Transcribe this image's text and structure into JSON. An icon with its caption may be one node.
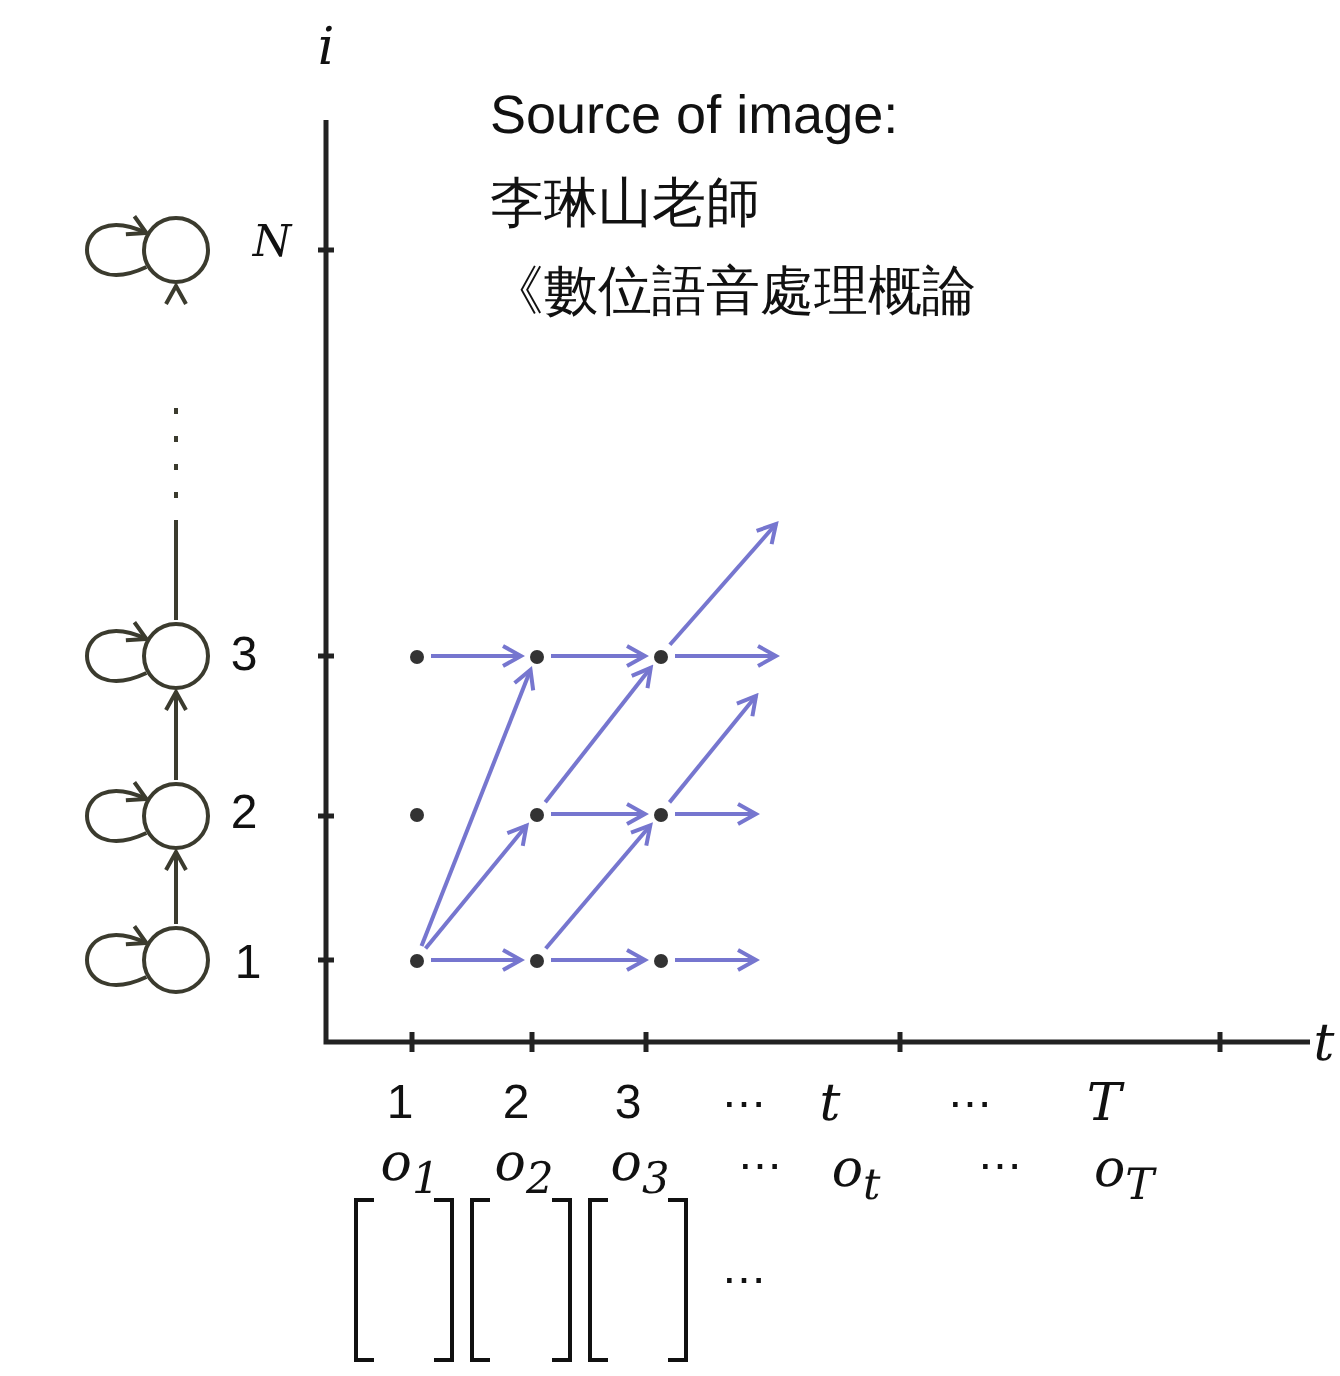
{
  "diagram": {
    "nodes": [
      {
        "text": [],
        "shape": "circle"
      },
      {
        "text": [],
        "shape": "circle"
      },
      {
        "text": [],
        "shape": "circle"
      },
      {
        "text": [],
        "shape": "circle"
      },
      {
        "text": [],
        "shape": "circle"
      },
      {
        "text": [],
        "shape": "circle"
      },
      {
        "text": [],
        "shape": "circle"
      },
      {
        "text": [],
        "shape": "circle"
      },
      {
        "text": [],
        "shape": "circle"
      },
      {
        "text": [],
        "shape": "circle"
      },
      {
        "text": [],
        "shape": "circle"
      },
      {
        "text": [],
        "shape": "circle"
      },
      {
        "text": [],
        "shape": "circle"
      }
    ],
    "edges": [
      {
        "from": 0,
        "to": 0,
        "arrow": "to",
        "color": "#3b3b2e"
      },
      {
        "from": 1,
        "to": 1,
        "arrow": "to",
        "color": "#3b3b2e"
      },
      {
        "from": 2,
        "to": 2,
        "arrow": "to",
        "color": "#3b3b2e"
      },
      {
        "from": 3,
        "to": 3,
        "arrow": "to",
        "color": "#3b3b2e"
      },
      {
        "from": 3,
        "to": 2,
        "arrow": "to",
        "color": "#3b3b2e"
      },
      {
        "from": 2,
        "to": 1,
        "arrow": "to",
        "color": "#3b3b2e"
      },
      {
        "from": 1,
        "to": 0,
        "arrow": "to",
        "style": "dashed",
        "color": "#3b3b2e"
      },
      {
        "from": 4,
        "to": 5,
        "arrow": "to"
      },
      {
        "from": 5,
        "to": 6,
        "arrow": "to"
      },
      {
        "from": 6,
        "to": null,
        "arrow": "to"
      },
      {
        "from": 6,
        "to": null,
        "arrow": "to"
      },
      {
        "from": 8,
        "to": 9,
        "arrow": "to"
      },
      {
        "from": 9,
        "to": null,
        "arrow": "to"
      },
      {
        "from": 8,
        "to": 6,
        "arrow": "to"
      },
      {
        "from": 9,
        "to": null,
        "arrow": "to"
      },
      {
        "from": 10,
        "to": 11,
        "arrow": "to"
      },
      {
        "from": 11,
        "to": 12,
        "arrow": "to"
      },
      {
        "from": 12,
        "to": null,
        "arrow": "to"
      },
      {
        "from": 10,
        "to": 8,
        "arrow": "to"
      },
      {
        "from": 10,
        "to": 5,
        "arrow": "to"
      },
      {
        "from": 11,
        "to": 9,
        "arrow": "to"
      }
    ],
    "labels": [
      "i",
      "Source of image:",
      "N",
      "李琳山老師",
      "《數位語音處理概論",
      "3",
      "2",
      "1",
      "t",
      "1",
      "2",
      "3",
      "⋯",
      "t",
      "⋯",
      "T",
      "o$_{1}$",
      "o$_{2}$",
      "o$_{3}$",
      "⋯",
      "o$_{t}$",
      "⋯",
      "o$_{T}$",
      "⋯"
    ]
  }
}
